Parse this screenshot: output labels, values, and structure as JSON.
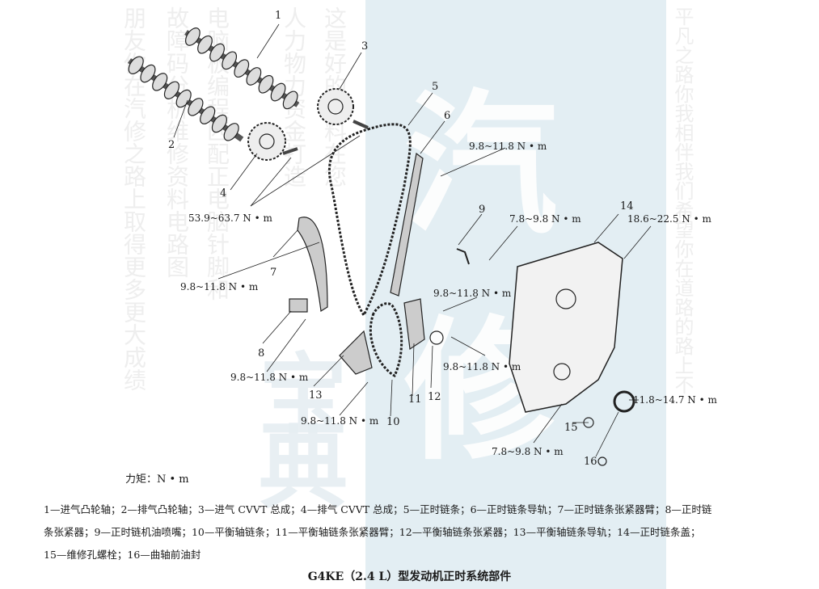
{
  "figure": {
    "title": "G4KE（2.4 L）型发动机正时系统部件",
    "unit_note": "力矩：N • m",
    "legend_lines": [
      "1—进气凸轮轴；2—排气凸轮轴；3—进气 CVVT 总成；4—排气 CVVT 总成；5—正时链条；6—正时链条导轨；7—正时链条张紧器臂；8—正时链",
      "条张紧器；9—正时链机油喷嘴；10—平衡轴链条；11—平衡轴链条张紧器臂；12—平衡轴链条张紧器；13—平衡轴链条导轨；14—正时链条盖；",
      "15—维修孔螺栓；16—曲轴前油封"
    ]
  },
  "callouts": [
    "1",
    "2",
    "3",
    "4",
    "5",
    "6",
    "7",
    "8",
    "9",
    "10",
    "11",
    "12",
    "13",
    "14",
    "15",
    "16"
  ],
  "torques": {
    "t_cvvt": "53.9~63.7 N • m",
    "t_guide6": "9.8~11.8 N • m",
    "t_arm7": "9.8~11.8 N • m",
    "t_nozzle9": "7.8~9.8 N • m",
    "t_cover14": "18.6~22.5 N • m",
    "t_tens12a": "9.8~11.8 N • m",
    "t_tens12b": "9.8~11.8 N • m",
    "t_tens8": "9.8~11.8 N • m",
    "t_guide13": "9.8~11.8 N • m",
    "t_seal": "11.8~14.7 N • m",
    "t_cover_low": "7.8~9.8 N • m"
  },
  "watermark": {
    "columns": [
      "朋友你在汽修之路上取得更多更大成绩",
      "故障码分析维修资料电路图",
      "电脑板编程匹配正电脑针脚和",
      "人力物力资金打造",
      "这是好的资料在您",
      "平凡之路你我相伴我们希望你在道路的路上不"
    ],
    "big_chars": [
      "汽",
      "修",
      "宝",
      "典"
    ]
  },
  "colors": {
    "band": "#e3eef3",
    "ink": "#1a1a1a"
  }
}
